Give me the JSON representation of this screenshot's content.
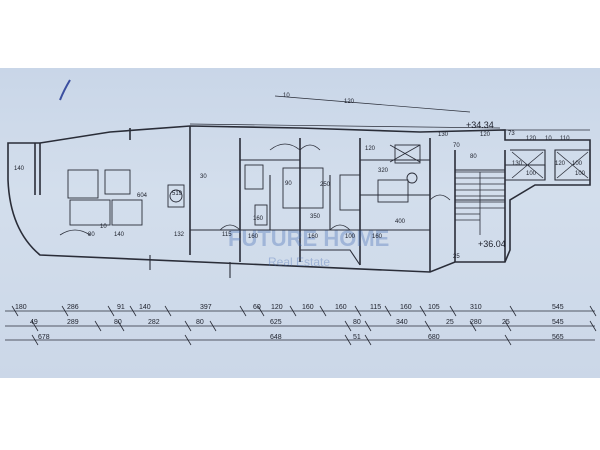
{
  "plan": {
    "elevation_labels": [
      "+34.34",
      "+36.04"
    ],
    "watermark": {
      "line1": "FUTURE HOME",
      "line2": "Real Estate"
    },
    "room_dims": [
      "140",
      "10",
      "80",
      "140",
      "132",
      "115",
      "160",
      "160",
      "160",
      "100",
      "160",
      "350",
      "320",
      "250",
      "400",
      "519",
      "604",
      "120",
      "90",
      "30",
      "25"
    ],
    "top_dims": [
      "10",
      "120",
      "130",
      "120",
      "70",
      "73",
      "120",
      "10",
      "110"
    ],
    "right_dims": [
      "120",
      "100",
      "100",
      "130",
      "100",
      "80"
    ],
    "dim_row1": [
      "180",
      "286",
      "91",
      "140",
      "397",
      "60",
      "120",
      "160",
      "160",
      "115",
      "160",
      "105",
      "310",
      "545"
    ],
    "dim_row2": [
      "49",
      "289",
      "80",
      "282",
      "80",
      "625",
      "80",
      "340",
      "25",
      "280",
      "25",
      "545"
    ],
    "dim_row3": [
      "678",
      "648",
      "51",
      "680",
      "565"
    ]
  }
}
